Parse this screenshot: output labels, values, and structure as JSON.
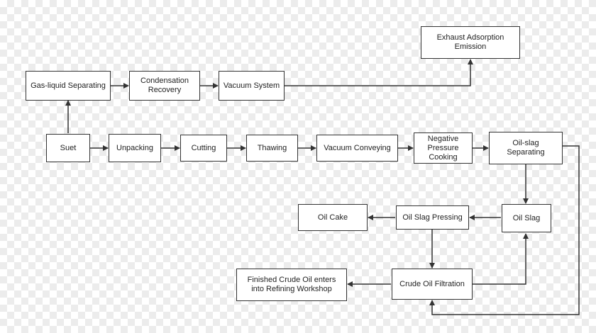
{
  "colors": {
    "stroke": "#333333",
    "box_fill": "#ffffff",
    "text": "#222222"
  },
  "nodes": {
    "gas_liquid": "Gas-liquid Separating",
    "condensation": "Condensation\nRecovery",
    "vacuum_system": "Vacuum System",
    "exhaust": "Exhaust Adsorption\nEmission",
    "suet": "Suet",
    "unpacking": "Unpacking",
    "cutting": "Cutting",
    "thawing": "Thawing",
    "vacuum_conveying": "Vacuum Conveying",
    "neg_pressure": "Negative\nPressure\nCooking",
    "oil_slag_sep": "Oil-slag\nSeparating",
    "oil_slag": "Oil Slag",
    "oil_slag_pressing": "Oil Slag Pressing",
    "oil_cake": "Oil Cake",
    "crude_filtration": "Crude Oil Filtration",
    "finished": "Finished Crude Oil enters\ninto Refining Workshop"
  }
}
